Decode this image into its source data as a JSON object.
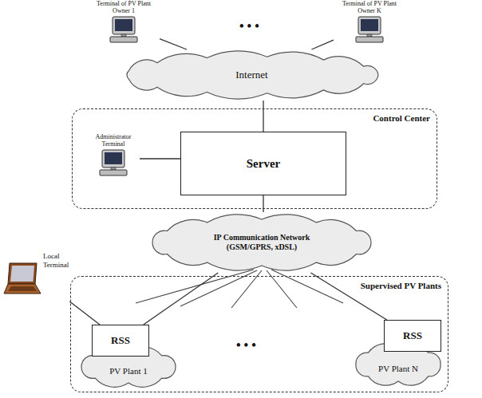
{
  "diagram": {
    "nodes": [
      {
        "text": [
          "Terminal of PV Plant Owner 1"
        ]
      },
      {
        "text": [
          "Terminal of PV Plant Owner K"
        ]
      },
      {
        "text": [
          "Internet"
        ]
      },
      {
        "text": [
          "Control Center"
        ]
      },
      {
        "text": [
          "Administrator Terminal"
        ],
        "in": 3
      },
      {
        "text": [
          "Server"
        ],
        "in": 3
      },
      {
        "text": [
          "IP Communication Network (GSM/GPRS, xDSL)"
        ]
      },
      {
        "text": [
          "Local Terminal"
        ]
      },
      {
        "text": [
          "Supervised PV Plants"
        ]
      },
      {
        "text": [
          "RSS"
        ],
        "in": 8
      },
      {
        "text": [
          "PV Plant 1"
        ],
        "in": 8
      },
      {
        "text": [
          "RSS"
        ],
        "in": 8
      },
      {
        "text": [
          "PV Plant N"
        ],
        "in": 8
      }
    ],
    "edges": [
      {
        "from": 0,
        "to": 2,
        "arrow": "none"
      },
      {
        "from": 1,
        "to": 2,
        "arrow": "none"
      },
      {
        "from": 2,
        "to": 5,
        "arrow": "none"
      },
      {
        "from": 4,
        "to": 5,
        "arrow": "none"
      },
      {
        "from": 5,
        "to": 6,
        "arrow": "none"
      },
      {
        "from": 6,
        "to": 9,
        "arrow": "none"
      },
      {
        "from": 6,
        "to": 11,
        "arrow": "none"
      },
      {
        "from": 7,
        "to": 9,
        "arrow": "none"
      }
    ],
    "labels": [
      "• • •",
      "• • •"
    ]
  }
}
